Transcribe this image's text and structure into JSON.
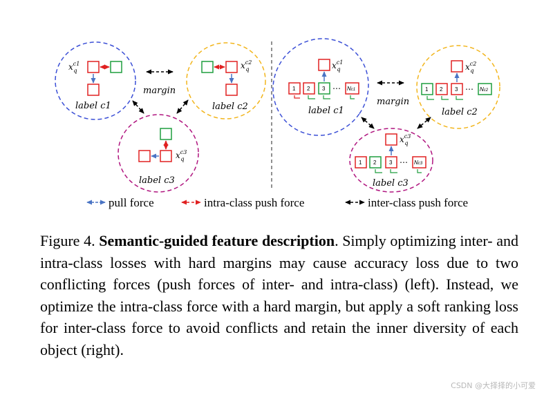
{
  "figure": {
    "left": {
      "c1_label": "label c1",
      "c2_label": "label c2",
      "c3_label": "label c3",
      "margin_label": "margin",
      "query_symbol": "x",
      "query_sub": "q",
      "c1_sup": "c1",
      "c2_sup": "c2",
      "c3_sup": "c3"
    },
    "right": {
      "c1_label": "label c1",
      "c2_label": "label c2",
      "c3_label": "label c3",
      "margin_label": "margin",
      "query_symbol": "x",
      "query_sub": "q",
      "c1_sup": "c1",
      "c2_sup": "c2",
      "c3_sup": "c3",
      "rank_1": "1",
      "rank_2": "2",
      "rank_3": "3",
      "dots": "⋯",
      "n_c1": "N",
      "n_c1_sub": "c1",
      "n_c2": "N",
      "n_c2_sub": "c2",
      "n_c3": "N",
      "n_c3_sub": "c3"
    },
    "legend": {
      "pull": "pull force",
      "intra": "intra-class push force",
      "inter": "inter-class push force"
    }
  },
  "caption": {
    "prefix": "Figure 4. ",
    "title": "Semantic-guided feature description",
    "body": ". Simply optimizing inter- and intra-class losses with hard margins may cause accuracy loss due to two conflicting forces (push forces of inter- and intra-class) (left). Instead, we optimize the intra-class force with a hard margin, but apply a soft ranking loss for inter-class force to avoid conflicts and retain the inner diversity of each object (right)."
  },
  "watermark": "CSDN @大择择的小可爱",
  "colors": {
    "c1_circle": "#3b4fd6",
    "c2_circle": "#f2b51c",
    "c3_circle": "#b0157f",
    "positive_box": "#e02020",
    "negative_box": "#1e9e3e",
    "pull_arrow": "#4a74c4",
    "intra_arrow": "#e02020",
    "inter_arrow": "#000000"
  }
}
